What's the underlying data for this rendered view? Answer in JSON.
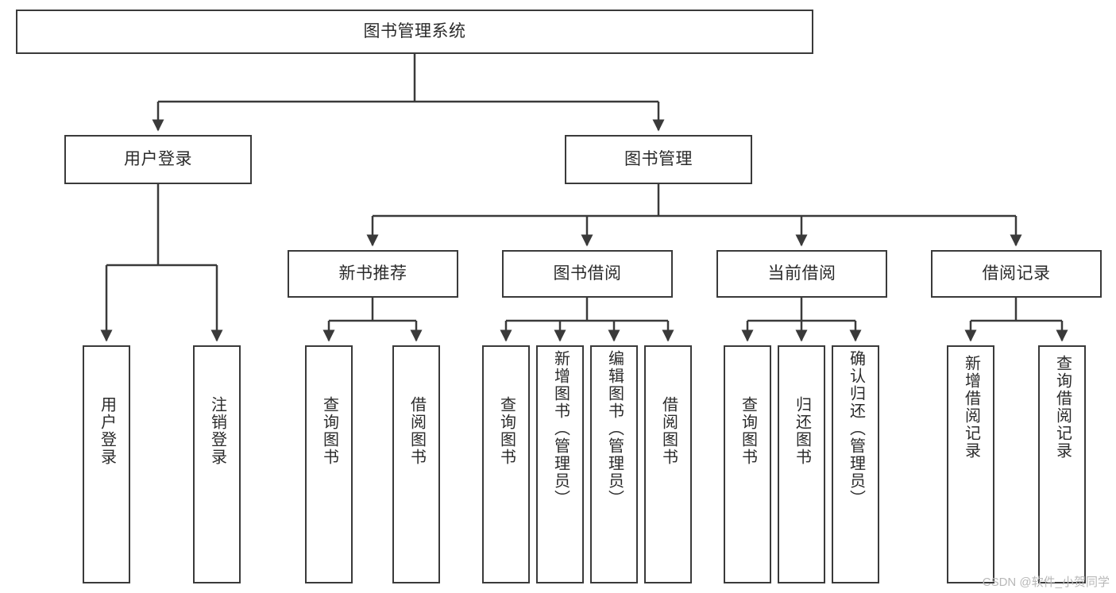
{
  "diagram": {
    "title": "图书管理系统",
    "type": "hierarchy-tree",
    "root": {
      "id": "root",
      "label": "图书管理系统"
    },
    "level2": [
      {
        "id": "user-login",
        "label": "用户登录"
      },
      {
        "id": "book-management",
        "label": "图书管理"
      }
    ],
    "level3": [
      {
        "id": "new-book-recommend",
        "label": "新书推荐"
      },
      {
        "id": "book-borrow",
        "label": "图书借阅"
      },
      {
        "id": "current-borrow",
        "label": "当前借阅"
      },
      {
        "id": "borrow-record",
        "label": "借阅记录"
      }
    ],
    "leaves": {
      "user_login": [
        {
          "id": "leaf-user-login",
          "label": "用户登录"
        },
        {
          "id": "leaf-user-logout",
          "label": "注销登录"
        }
      ],
      "new_book_recommend": [
        {
          "id": "leaf-query-book-1",
          "label": "查询图书"
        },
        {
          "id": "leaf-borrow-book-1",
          "label": "借阅图书"
        }
      ],
      "book_borrow": [
        {
          "id": "leaf-query-book-2",
          "label": "查询图书"
        },
        {
          "id": "leaf-add-book",
          "label": "新增图书（管理员）"
        },
        {
          "id": "leaf-edit-book",
          "label": "编辑图书（管理员）"
        },
        {
          "id": "leaf-borrow-book-2",
          "label": "借阅图书"
        }
      ],
      "current_borrow": [
        {
          "id": "leaf-query-book-3",
          "label": "查询图书"
        },
        {
          "id": "leaf-return-book",
          "label": "归还图书"
        },
        {
          "id": "leaf-confirm-return",
          "label": "确认归还（管理员）"
        }
      ],
      "borrow_record": [
        {
          "id": "leaf-add-record",
          "label": "新增借阅记录"
        },
        {
          "id": "leaf-query-record",
          "label": "查询借阅记录"
        }
      ]
    },
    "colors": {
      "box_border": "#3a3a3a",
      "box_fill": "#ffffff",
      "connector": "#3a3a3a",
      "text": "#2b2b2b",
      "watermark": "#b8b8b8",
      "background": "#ffffff"
    }
  },
  "watermark": {
    "text": "CSDN @软件_小贺同学"
  }
}
